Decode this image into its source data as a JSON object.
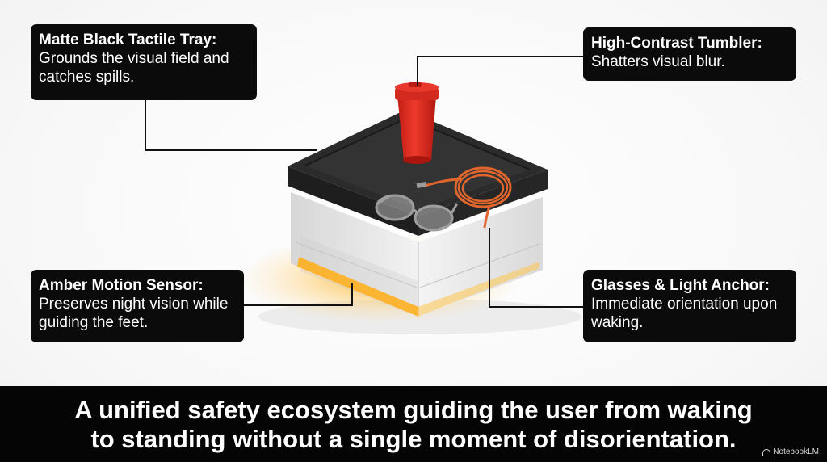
{
  "callouts": {
    "tray": {
      "title": "Matte Black Tactile Tray:",
      "desc": "Grounds the visual field and catches spills."
    },
    "tumbler": {
      "title": "High-Contrast Tumbler:",
      "desc": "Shatters visual blur."
    },
    "sensor": {
      "title": "Amber Motion Sensor:",
      "desc": "Preserves night vision while guiding the feet."
    },
    "anchor": {
      "title": "Glasses & Light Anchor:",
      "desc": "Immediate orientation upon waking."
    }
  },
  "footer": {
    "line1": "A unified safety ecosystem guiding the user from waking",
    "line2": "to standing without a single moment of disorientation."
  },
  "watermark": {
    "text": "NotebookLM",
    "icon": "notebooklm-logo-icon"
  },
  "colors": {
    "tray": "#2b2b2b",
    "base": "#e8e8e8",
    "tumbler": "#d92a1f",
    "cable": "#e0662e",
    "amber_glow": "#ffb020",
    "callout_bg": "#0b0b0b"
  }
}
